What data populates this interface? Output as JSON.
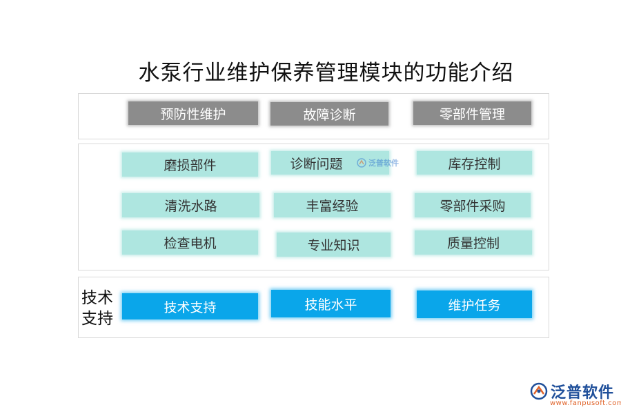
{
  "title": "水泵行业维护保养管理模块的功能介绍",
  "top_row": [
    {
      "label": "预防性维护"
    },
    {
      "label": "故障诊断"
    },
    {
      "label": "零部件管理"
    }
  ],
  "mid_rows": [
    [
      "磨损部件",
      "诊断问题",
      "库存控制"
    ],
    [
      "清洗水路",
      "丰富经验",
      "零部件采购"
    ],
    [
      "检查电机",
      "专业知识",
      "质量控制"
    ]
  ],
  "bottom": {
    "side_label": "技术支持",
    "items": [
      "技术支持",
      "技能水平",
      "维护任务"
    ]
  },
  "watermark": {
    "text": "泛普软件"
  },
  "logo": {
    "text": "泛普软件",
    "url": "www.fanpusoft.com"
  },
  "colors": {
    "gray": "#8c8c8c",
    "teal": "#aee6e0",
    "blue": "#0aa6ea",
    "logo_blue": "#1f4f9a",
    "logo_orange": "#e0632a"
  }
}
